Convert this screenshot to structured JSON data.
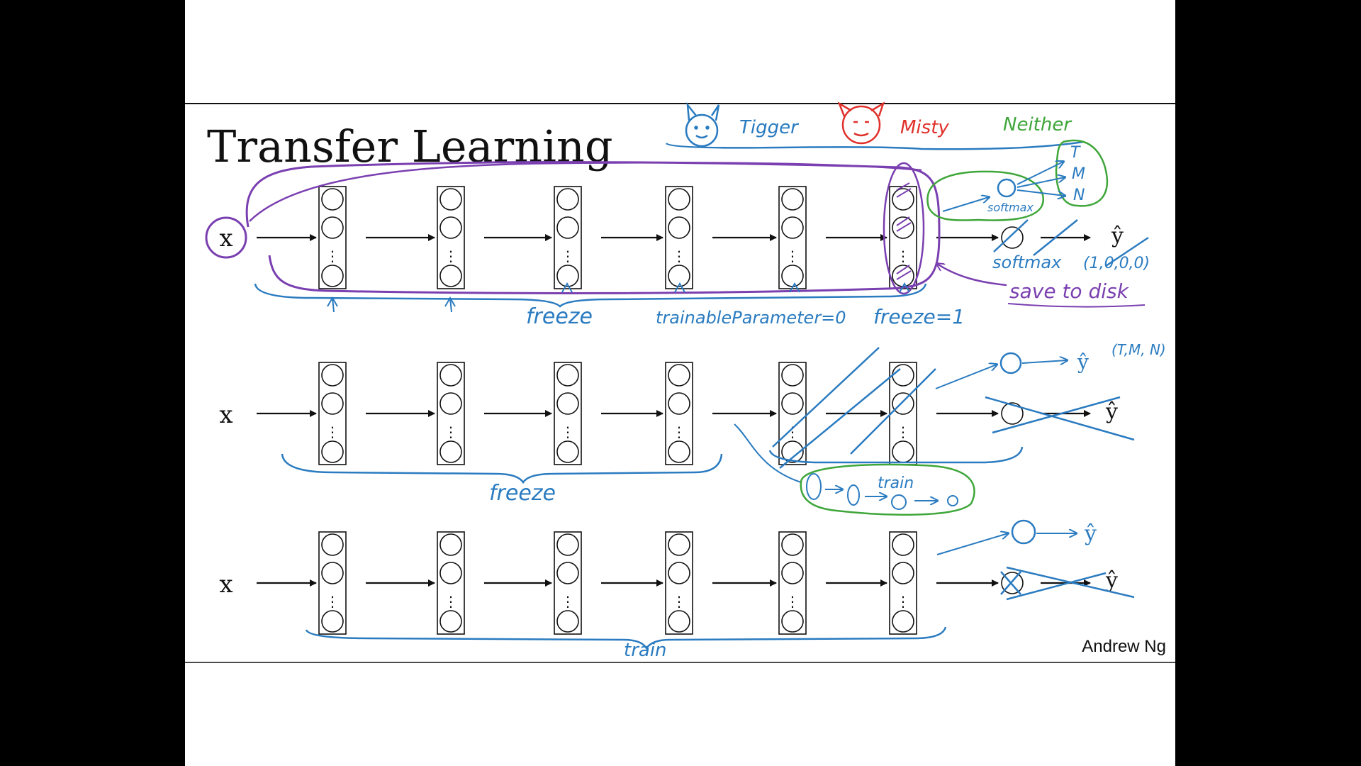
{
  "slide": {
    "title": "Transfer Learning",
    "credit": "Andrew Ng"
  },
  "labels": {
    "input": "x",
    "output": "ŷ",
    "dots": "⋮"
  },
  "annotations": {
    "classes": {
      "tigger": "Tigger",
      "misty": "Misty",
      "neither": "Neither"
    },
    "class_letters": [
      "T",
      "M",
      "N"
    ],
    "softmax_small": "softmax",
    "softmax": "softmax",
    "vector": "(1,0,0,0)",
    "save_to_disk": "save to disk",
    "freeze": "freeze",
    "trainable": "trainableParameter=0",
    "freeze_eq": "freeze=1",
    "tmn": "(T,M, N)",
    "train_row2": "train",
    "freeze_row2": "freeze",
    "train_row3": "train"
  },
  "colors": {
    "ink": "#111111",
    "blue_pen": "#2a7bc0",
    "purple_pen": "#7a3fb0",
    "red_pen": "#e0302a",
    "green_pen": "#3fa63a"
  }
}
